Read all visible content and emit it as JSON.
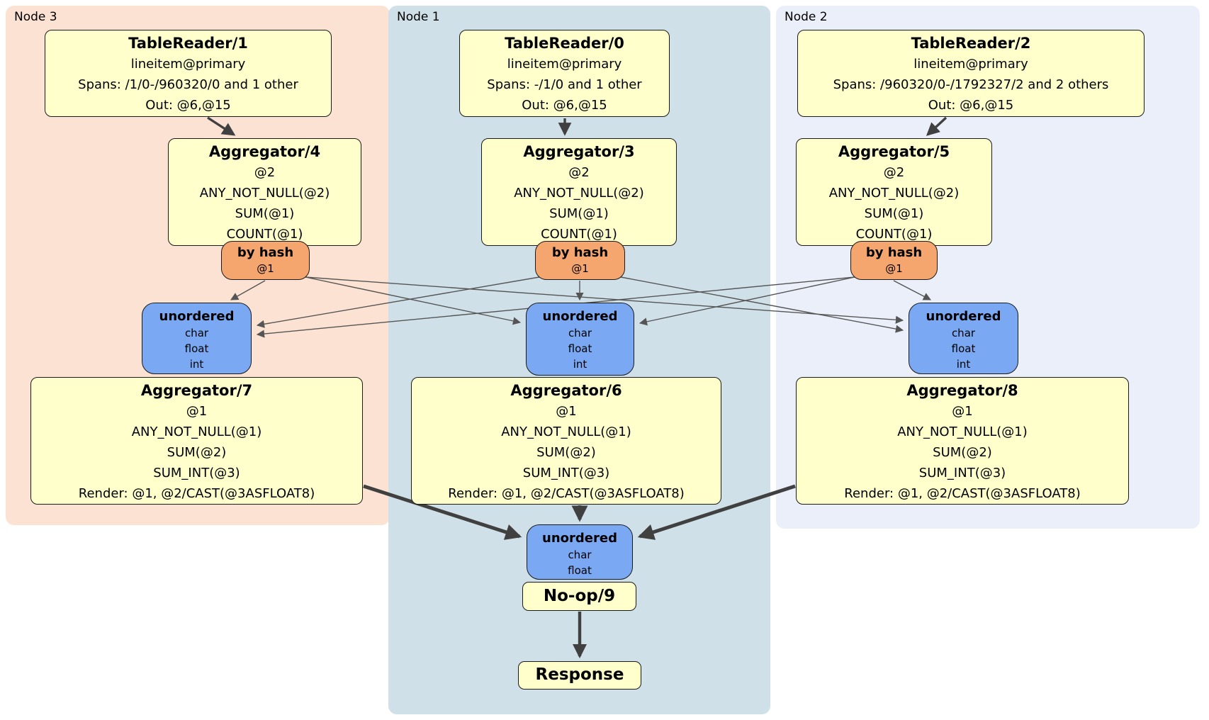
{
  "colors": {
    "node3-bg": "#fce2d2",
    "node1-bg": "#d0e0e8",
    "node2-bg": "#eaeffa",
    "box-yellow": "#ffffcc",
    "router-orange": "#f5a56e",
    "sync-blue": "#7aa8f3",
    "box-border": "#1a1a1a",
    "edge-thin": "#555555",
    "edge-thick": "#404040"
  },
  "nodes": [
    {
      "label": "Node 3",
      "table_reader": {
        "title": "TableReader/1",
        "lines": [
          "lineitem@primary",
          "Spans: /1/0-/960320/0 and 1 other",
          "Out: @6,@15"
        ]
      },
      "pre_aggregator": {
        "title": "Aggregator/4",
        "lines": [
          "@2",
          "ANY_NOT_NULL(@2)",
          "SUM(@1)",
          "COUNT(@1)"
        ]
      },
      "hash_router": {
        "title": "by hash",
        "detail": "@1"
      },
      "sync": {
        "title": "unordered",
        "lines": [
          "char",
          "float",
          "int"
        ]
      },
      "final_aggregator": {
        "title": "Aggregator/7",
        "lines": [
          "@1",
          "ANY_NOT_NULL(@1)",
          "SUM(@2)",
          "SUM_INT(@3)",
          "Render: @1, @2/CAST(@3ASFLOAT8)"
        ]
      }
    },
    {
      "label": "Node 1",
      "table_reader": {
        "title": "TableReader/0",
        "lines": [
          "lineitem@primary",
          "Spans: -/1/0 and 1 other",
          "Out: @6,@15"
        ]
      },
      "pre_aggregator": {
        "title": "Aggregator/3",
        "lines": [
          "@2",
          "ANY_NOT_NULL(@2)",
          "SUM(@1)",
          "COUNT(@1)"
        ]
      },
      "hash_router": {
        "title": "by hash",
        "detail": "@1"
      },
      "sync": {
        "title": "unordered",
        "lines": [
          "char",
          "float",
          "int"
        ]
      },
      "final_aggregator": {
        "title": "Aggregator/6",
        "lines": [
          "@1",
          "ANY_NOT_NULL(@1)",
          "SUM(@2)",
          "SUM_INT(@3)",
          "Render: @1, @2/CAST(@3ASFLOAT8)"
        ]
      }
    },
    {
      "label": "Node 2",
      "table_reader": {
        "title": "TableReader/2",
        "lines": [
          "lineitem@primary",
          "Spans: /960320/0-/1792327/2 and 2 others",
          "Out: @6,@15"
        ]
      },
      "pre_aggregator": {
        "title": "Aggregator/5",
        "lines": [
          "@2",
          "ANY_NOT_NULL(@2)",
          "SUM(@1)",
          "COUNT(@1)"
        ]
      },
      "hash_router": {
        "title": "by hash",
        "detail": "@1"
      },
      "sync": {
        "title": "unordered",
        "lines": [
          "char",
          "float",
          "int"
        ]
      },
      "final_aggregator": {
        "title": "Aggregator/8",
        "lines": [
          "@1",
          "ANY_NOT_NULL(@1)",
          "SUM(@2)",
          "SUM_INT(@3)",
          "Render: @1, @2/CAST(@3ASFLOAT8)"
        ]
      }
    }
  ],
  "output": {
    "sync": {
      "title": "unordered",
      "lines": [
        "char",
        "float"
      ]
    },
    "noop_title": "No-op/9",
    "response_title": "Response"
  }
}
